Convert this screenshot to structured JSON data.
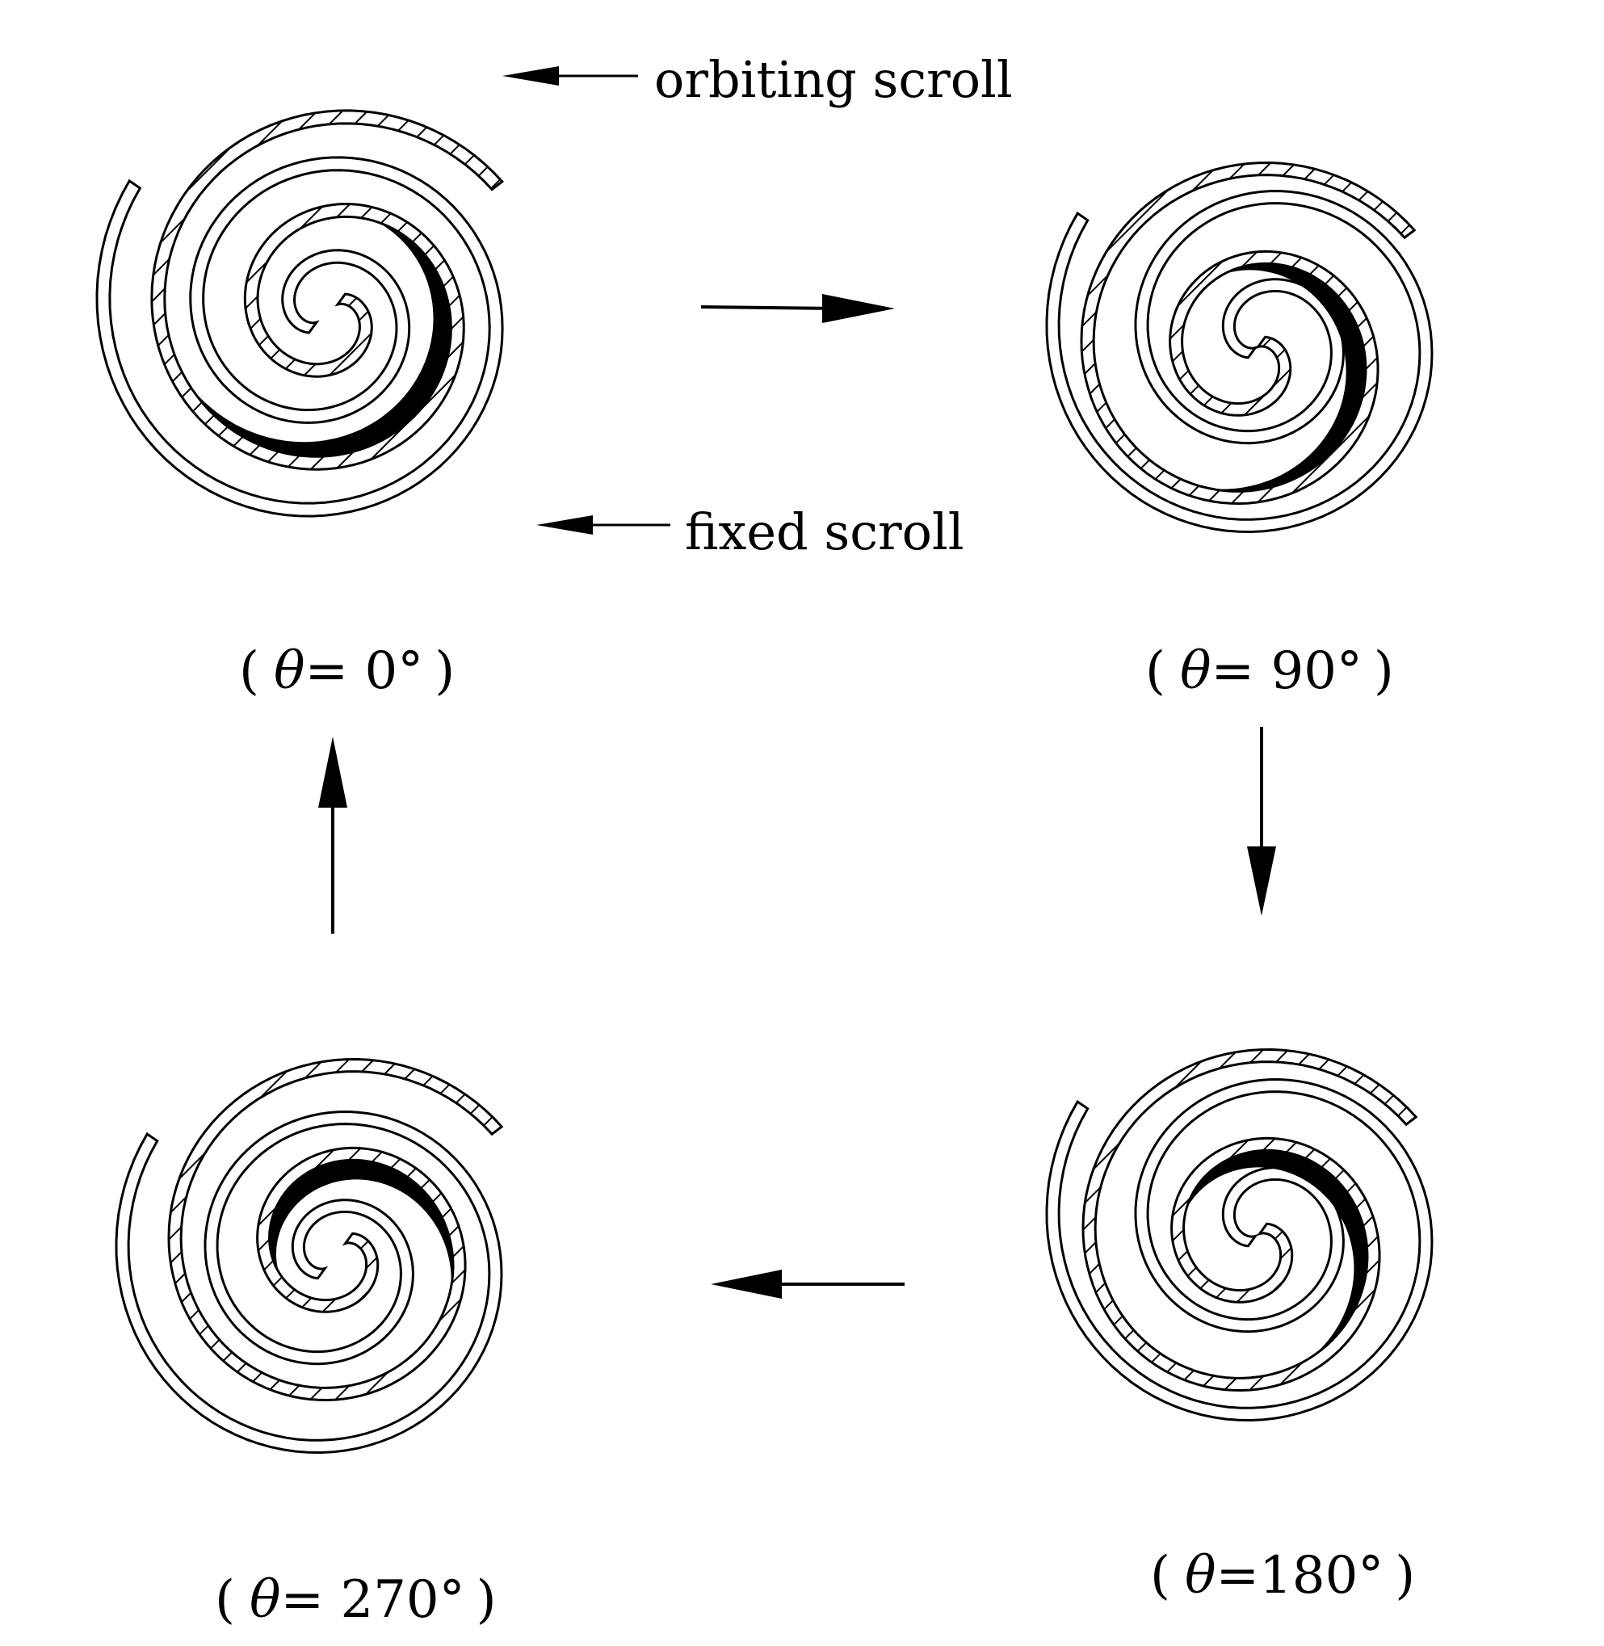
{
  "labels": {
    "orbiting": "orbiting scroll",
    "fixed": "fixed scroll"
  },
  "captions": {
    "p0": {
      "open": "(",
      "var": "θ",
      "eq": "= 0°",
      "close": ")"
    },
    "p90": {
      "open": "(",
      "var": "θ",
      "eq": "= 90°",
      "close": ")"
    },
    "p180": {
      "open": "(",
      "var": "θ",
      "eq": "=180°",
      "close": ")"
    },
    "p270": {
      "open": "(",
      "var": "θ",
      "eq": "= 270°",
      "close": ")"
    }
  },
  "panels": [
    {
      "id": "p0",
      "angle_deg": 0
    },
    {
      "id": "p90",
      "angle_deg": 90
    },
    {
      "id": "p180",
      "angle_deg": 180
    },
    {
      "id": "p270",
      "angle_deg": 270
    }
  ],
  "colors": {
    "ink": "#000000",
    "paper": "#ffffff"
  }
}
